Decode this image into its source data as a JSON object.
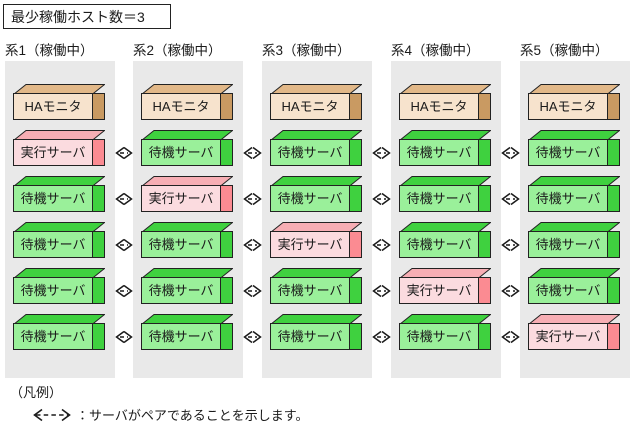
{
  "title": {
    "text": "最少稼働ホスト数＝3"
  },
  "columns": [
    {
      "header": "系1（稼働中）",
      "monitor": "HAモニタ",
      "servers": [
        {
          "label": "実行サーバ",
          "state": "active"
        },
        {
          "label": "待機サーバ",
          "state": "standby"
        },
        {
          "label": "待機サーバ",
          "state": "standby"
        },
        {
          "label": "待機サーバ",
          "state": "standby"
        },
        {
          "label": "待機サーバ",
          "state": "standby"
        }
      ]
    },
    {
      "header": "系2（稼働中）",
      "monitor": "HAモニタ",
      "servers": [
        {
          "label": "待機サーバ",
          "state": "standby"
        },
        {
          "label": "実行サーバ",
          "state": "active"
        },
        {
          "label": "待機サーバ",
          "state": "standby"
        },
        {
          "label": "待機サーバ",
          "state": "standby"
        },
        {
          "label": "待機サーバ",
          "state": "standby"
        }
      ]
    },
    {
      "header": "系3（稼働中）",
      "monitor": "HAモニタ",
      "servers": [
        {
          "label": "待機サーバ",
          "state": "standby"
        },
        {
          "label": "待機サーバ",
          "state": "standby"
        },
        {
          "label": "実行サーバ",
          "state": "active"
        },
        {
          "label": "待機サーバ",
          "state": "standby"
        },
        {
          "label": "待機サーバ",
          "state": "standby"
        }
      ]
    },
    {
      "header": "系4（稼働中）",
      "monitor": "HAモニタ",
      "servers": [
        {
          "label": "待機サーバ",
          "state": "standby"
        },
        {
          "label": "待機サーバ",
          "state": "standby"
        },
        {
          "label": "待機サーバ",
          "state": "standby"
        },
        {
          "label": "実行サーバ",
          "state": "active"
        },
        {
          "label": "待機サーバ",
          "state": "standby"
        }
      ]
    },
    {
      "header": "系5（稼働中）",
      "monitor": "HAモニタ",
      "servers": [
        {
          "label": "待機サーバ",
          "state": "standby"
        },
        {
          "label": "待機サーバ",
          "state": "standby"
        },
        {
          "label": "待機サーバ",
          "state": "standby"
        },
        {
          "label": "待機サーバ",
          "state": "standby"
        },
        {
          "label": "実行サーバ",
          "state": "active"
        }
      ]
    }
  ],
  "legend": {
    "title": "（凡例）",
    "arrow_icon": "double-headed-dashed-arrow-icon",
    "text": "：サーバがペアであることを示します。"
  },
  "colors": {
    "panel_background": "#e9e9e9",
    "monitor_face": "#f7e3cd",
    "monitor_shade": "#c99a62",
    "standby_face": "#9af09a",
    "standby_shade": "#3fd13f",
    "active_face": "#fbdbdf",
    "active_shade": "#fb8b92",
    "outline": "#222222",
    "text": "#1a1a1a"
  },
  "layout": {
    "column_left_positions": [
      5,
      133,
      262,
      391,
      520
    ],
    "row_top_positions": [
      23,
      69,
      115,
      161,
      207,
      253
    ],
    "arrow_rows": [
      5,
      4,
      3,
      2,
      1
    ]
  }
}
